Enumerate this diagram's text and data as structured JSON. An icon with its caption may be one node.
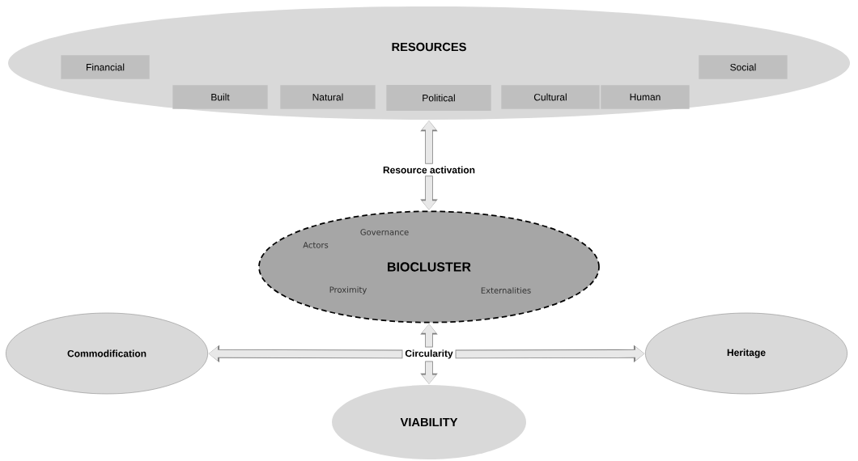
{
  "diagram": {
    "nodes": [
      {
        "text": [
          "RESOURCES"
        ]
      },
      {
        "text": [
          "Financial"
        ],
        "in": 0
      },
      {
        "text": [
          "Built"
        ],
        "in": 0
      },
      {
        "text": [
          "Natural"
        ],
        "in": 0
      },
      {
        "text": [
          "Political"
        ],
        "in": 0
      },
      {
        "text": [
          "Cultural"
        ],
        "in": 0
      },
      {
        "text": [
          "Human"
        ],
        "in": 0
      },
      {
        "text": [
          "Social"
        ],
        "in": 0
      },
      {
        "text": [
          "Resource activation"
        ]
      },
      {
        "text": [
          "Governance",
          "Actors",
          "BIOCLUSTER",
          "Proximity",
          "Externalities"
        ]
      },
      {
        "text": [
          "Circularity"
        ]
      },
      {
        "text": [
          "Commodification"
        ]
      },
      {
        "text": [
          "Heritage"
        ]
      },
      {
        "text": [
          "VIABILITY"
        ]
      }
    ],
    "edges": [
      {
        "from": 8,
        "to": 0,
        "arrow": "to"
      },
      {
        "from": 8,
        "to": 9,
        "arrow": "to"
      },
      {
        "from": 10,
        "to": 9,
        "arrow": "to"
      },
      {
        "from": 10,
        "to": 11,
        "arrow": "to"
      },
      {
        "from": 10,
        "to": 12,
        "arrow": "to"
      },
      {
        "from": 10,
        "to": 13,
        "arrow": "to"
      }
    ]
  }
}
